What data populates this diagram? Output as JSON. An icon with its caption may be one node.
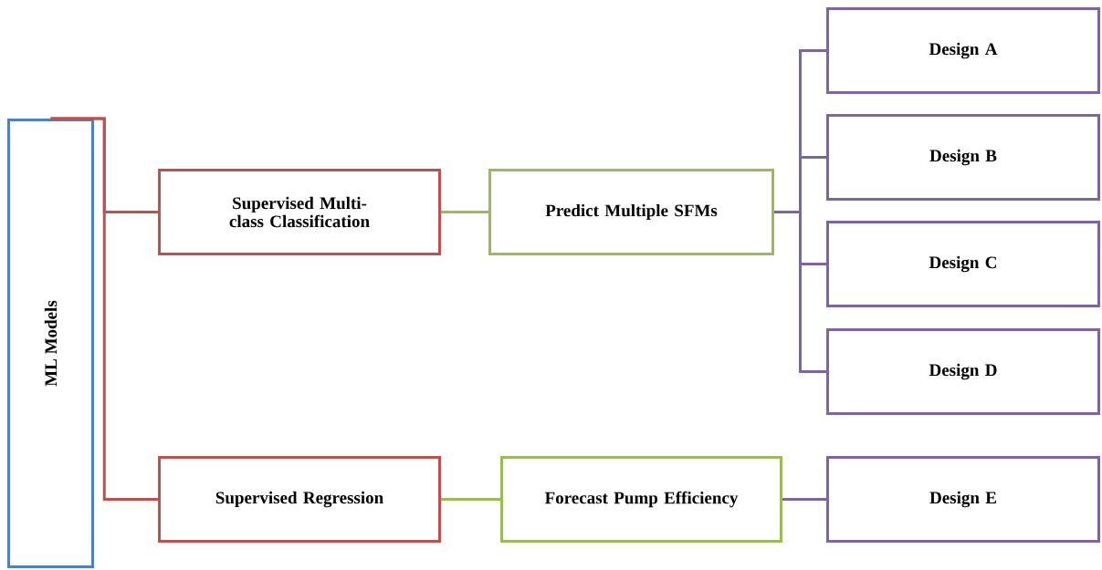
{
  "diagram": {
    "nodes": [
      {
        "text": [
          "ML Models"
        ]
      },
      {
        "text": [
          "Supervised Multi-class Classification"
        ]
      },
      {
        "text": [
          "Predict Multiple SFMs"
        ]
      },
      {
        "text": [
          "Design A"
        ]
      },
      {
        "text": [
          "Design B"
        ]
      },
      {
        "text": [
          "Design C"
        ]
      },
      {
        "text": [
          "Design D"
        ]
      },
      {
        "text": [
          "Supervised Regression"
        ]
      },
      {
        "text": [
          "Forecast Pump Efficiency"
        ]
      },
      {
        "text": [
          "Design E"
        ]
      }
    ],
    "edges": [
      {
        "from": 0,
        "to": 1,
        "arrow": "none",
        "color": "#c0504d"
      },
      {
        "from": 0,
        "to": 7,
        "arrow": "none",
        "color": "#c0504d"
      },
      {
        "from": 1,
        "to": 2,
        "arrow": "none",
        "color": "#9bbb59"
      },
      {
        "from": 7,
        "to": 8,
        "arrow": "none",
        "color": "#9bbb59"
      },
      {
        "from": 2,
        "to": 3,
        "arrow": "none"
      },
      {
        "from": 2,
        "to": 4,
        "arrow": "none"
      },
      {
        "from": 2,
        "to": 5,
        "arrow": "none"
      },
      {
        "from": 2,
        "to": 6,
        "arrow": "none"
      },
      {
        "from": 8,
        "to": 9,
        "arrow": "none"
      }
    ]
  }
}
